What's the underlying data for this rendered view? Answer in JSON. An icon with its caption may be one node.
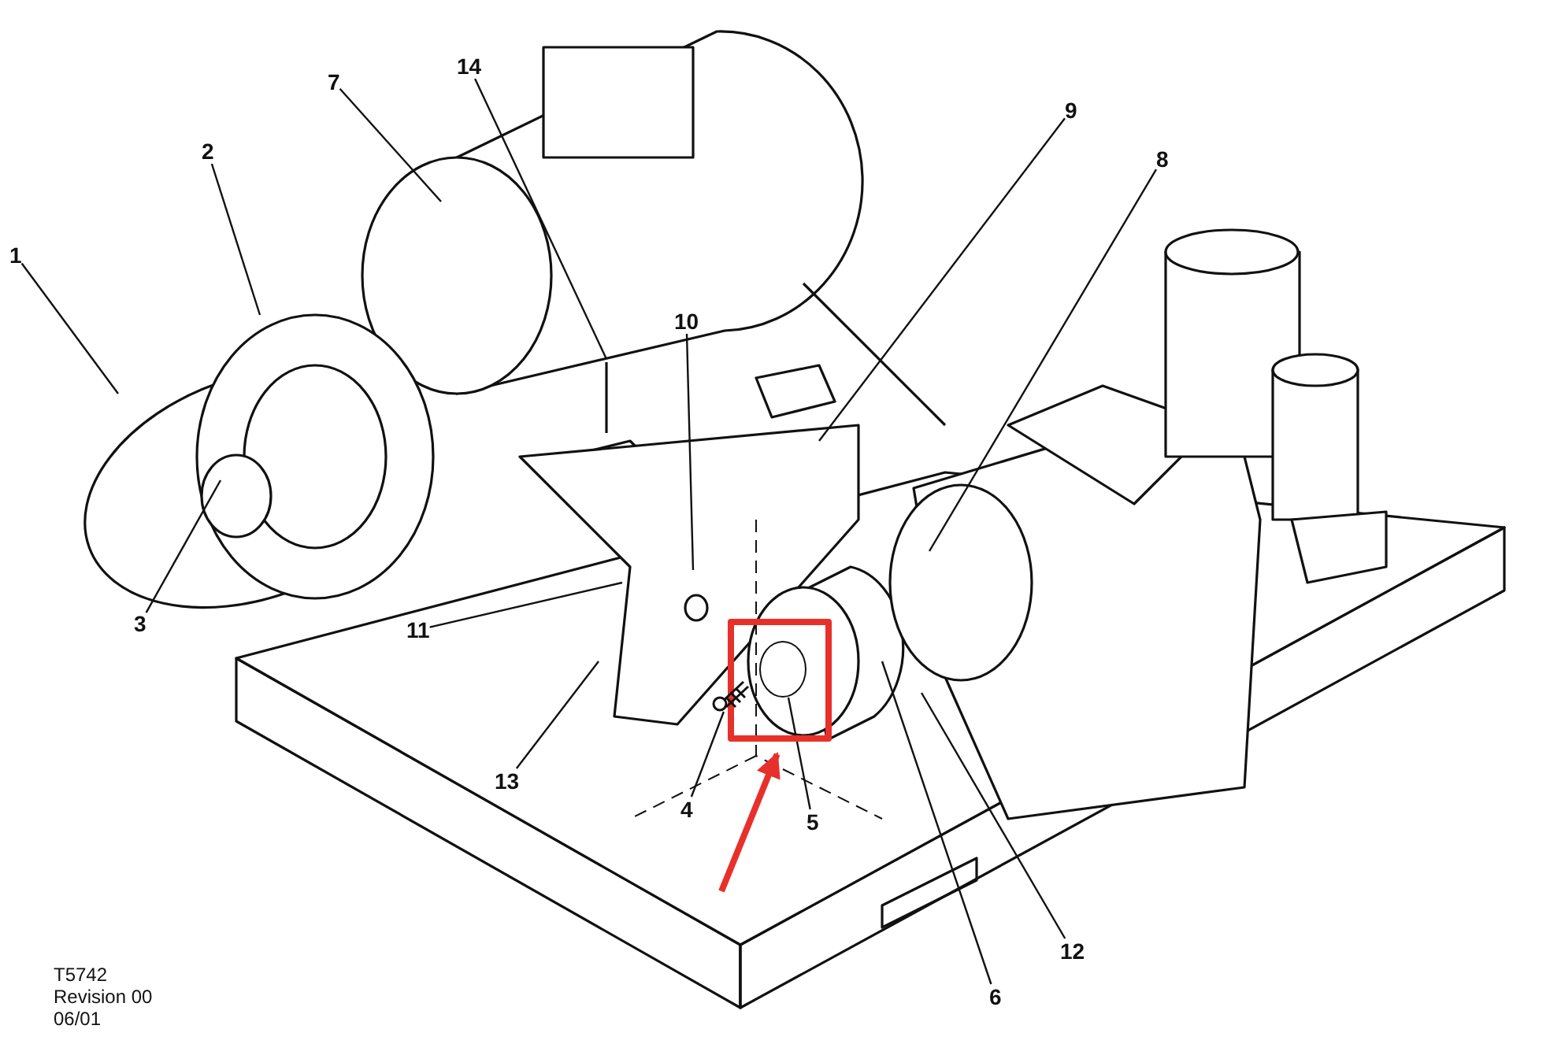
{
  "diagram": {
    "nodes": [
      {
        "text": [
          "14"
        ]
      },
      {
        "text": [
          "7"
        ]
      },
      {
        "text": [
          "9"
        ]
      },
      {
        "text": [
          "2"
        ]
      },
      {
        "text": [
          "8"
        ]
      },
      {
        "text": [
          "10"
        ]
      },
      {
        "text": [
          "1"
        ]
      },
      {
        "text": [
          "11"
        ]
      },
      {
        "text": [
          "3"
        ]
      },
      {
        "text": [
          "13"
        ]
      },
      {
        "text": [
          "4"
        ]
      },
      {
        "text": [
          "5"
        ]
      },
      {
        "text": [
          "12"
        ]
      },
      {
        "text": [
          "6"
        ]
      },
      {
        "text": [],
        "shape": "box"
      },
      {
        "text": [],
        "shape": "circle",
        "in": 14
      },
      {
        "text": [],
        "shape": "picture"
      }
    ],
    "edges": [
      {
        "from": 0,
        "to": null,
        "arrow": "none"
      },
      {
        "from": 1,
        "to": null,
        "arrow": "none"
      },
      {
        "from": 2,
        "to": null,
        "arrow": "none"
      },
      {
        "from": 3,
        "to": null,
        "arrow": "none"
      },
      {
        "from": 4,
        "to": null,
        "arrow": "none"
      },
      {
        "from": 5,
        "to": null,
        "arrow": "none"
      },
      {
        "from": 6,
        "to": null,
        "arrow": "none"
      },
      {
        "from": 7,
        "to": null,
        "arrow": "none"
      },
      {
        "from": 8,
        "to": null,
        "arrow": "none"
      },
      {
        "from": 9,
        "to": null,
        "arrow": "none"
      },
      {
        "from": 10,
        "to": 16,
        "arrow": "none"
      },
      {
        "from": 11,
        "to": 15,
        "arrow": "none"
      },
      {
        "from": 12,
        "to": null,
        "arrow": "none"
      },
      {
        "from": 13,
        "to": null,
        "arrow": "none"
      },
      {
        "from": null,
        "to": 14,
        "arrow": "to",
        "style": "thick",
        "color": "#e8302a"
      }
    ],
    "labels": [
      "T5742",
      "Revision 00",
      "06/01"
    ]
  }
}
